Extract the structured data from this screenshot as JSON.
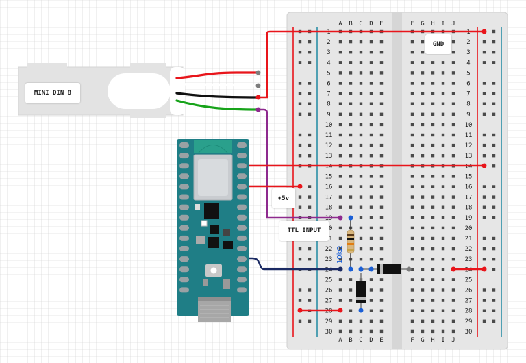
{
  "labels": {
    "connector": "MINI DIN 8",
    "gnd": "GND",
    "supply": "+5v",
    "ttl": "TTL INPUT"
  },
  "breadboard": {
    "cols_left": [
      "A",
      "B",
      "C",
      "D",
      "E"
    ],
    "cols_right": [
      "F",
      "G",
      "H",
      "I",
      "J"
    ],
    "rows": [
      "1",
      "2",
      "3",
      "4",
      "5",
      "6",
      "7",
      "8",
      "9",
      "10",
      "11",
      "12",
      "13",
      "14",
      "15",
      "16",
      "17",
      "18",
      "19",
      "20",
      "21",
      "22",
      "23",
      "24",
      "25",
      "26",
      "27",
      "28",
      "29",
      "30"
    ]
  },
  "resistor": {
    "marking": "10kΩ"
  },
  "colors": {
    "wire_red": "#e8151b",
    "wire_purple": "#8e2a8e",
    "wire_navy": "#1b2a63",
    "wire_green": "#17a31a",
    "rail_red": "#e8151b",
    "rail_blue": "#2a8ea6",
    "board_teal": "#1f7e86",
    "breadboard": "#eaeaea",
    "endpoint_blue": "#1a5fd6"
  }
}
